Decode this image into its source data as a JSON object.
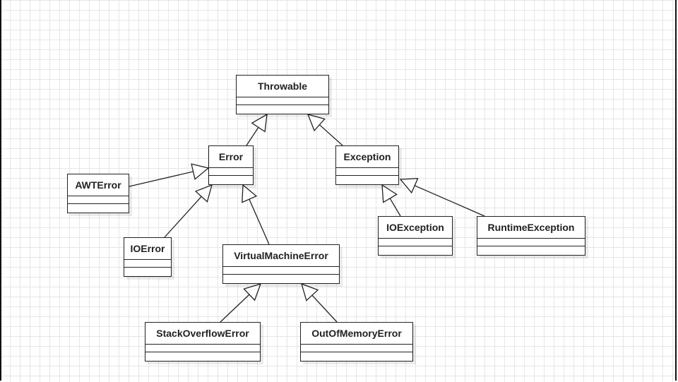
{
  "diagram": {
    "classes": [
      {
        "id": "throwable",
        "name": "Throwable"
      },
      {
        "id": "error",
        "name": "Error"
      },
      {
        "id": "exception",
        "name": "Exception"
      },
      {
        "id": "awterror",
        "name": "AWTError"
      },
      {
        "id": "ioerror",
        "name": "IOError"
      },
      {
        "id": "vmerror",
        "name": "VirtualMachineError"
      },
      {
        "id": "ioexception",
        "name": "IOException"
      },
      {
        "id": "runtimeexception",
        "name": "RuntimeException"
      },
      {
        "id": "stackoverflowerror",
        "name": "StackOverflowError"
      },
      {
        "id": "outofmemoryerror",
        "name": "OutOfMemoryError"
      }
    ],
    "generalizations": [
      {
        "child": "error",
        "parent": "throwable"
      },
      {
        "child": "exception",
        "parent": "throwable"
      },
      {
        "child": "awterror",
        "parent": "error"
      },
      {
        "child": "ioerror",
        "parent": "error"
      },
      {
        "child": "vmerror",
        "parent": "error"
      },
      {
        "child": "ioexception",
        "parent": "exception"
      },
      {
        "child": "runtimeexception",
        "parent": "exception"
      },
      {
        "child": "stackoverflowerror",
        "parent": "vmerror"
      },
      {
        "child": "outofmemoryerror",
        "parent": "vmerror"
      }
    ],
    "relationship_type": "generalization",
    "colors": {
      "line": "#222222",
      "box_fill": "#ffffff",
      "grid": "#e6e6e6"
    }
  }
}
